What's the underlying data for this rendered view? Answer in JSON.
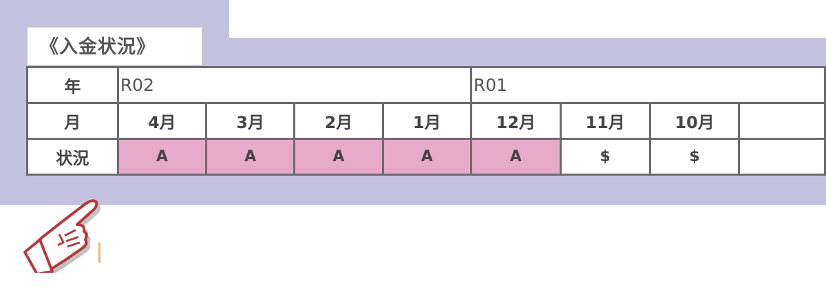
{
  "section_title": "《入金状況》",
  "table": {
    "row_labels": {
      "year": "年",
      "month": "月",
      "status": "状況"
    },
    "years": [
      {
        "label": "R02",
        "span": 4
      },
      {
        "label": "R01",
        "span": 4
      }
    ],
    "months": [
      "4月",
      "3月",
      "2月",
      "1月",
      "12月",
      "11月",
      "10月",
      ""
    ],
    "statuses": [
      "A",
      "A",
      "A",
      "A",
      "A",
      "$",
      "$",
      ""
    ],
    "highlighted": [
      true,
      true,
      true,
      true,
      true,
      false,
      false,
      false
    ]
  },
  "colors": {
    "background": "#c5c2df",
    "highlight": "#e8aacb",
    "border": "#6b6b6f"
  },
  "icons": {
    "pointer": "pointing-hand-icon",
    "cursor": "text-cursor"
  }
}
